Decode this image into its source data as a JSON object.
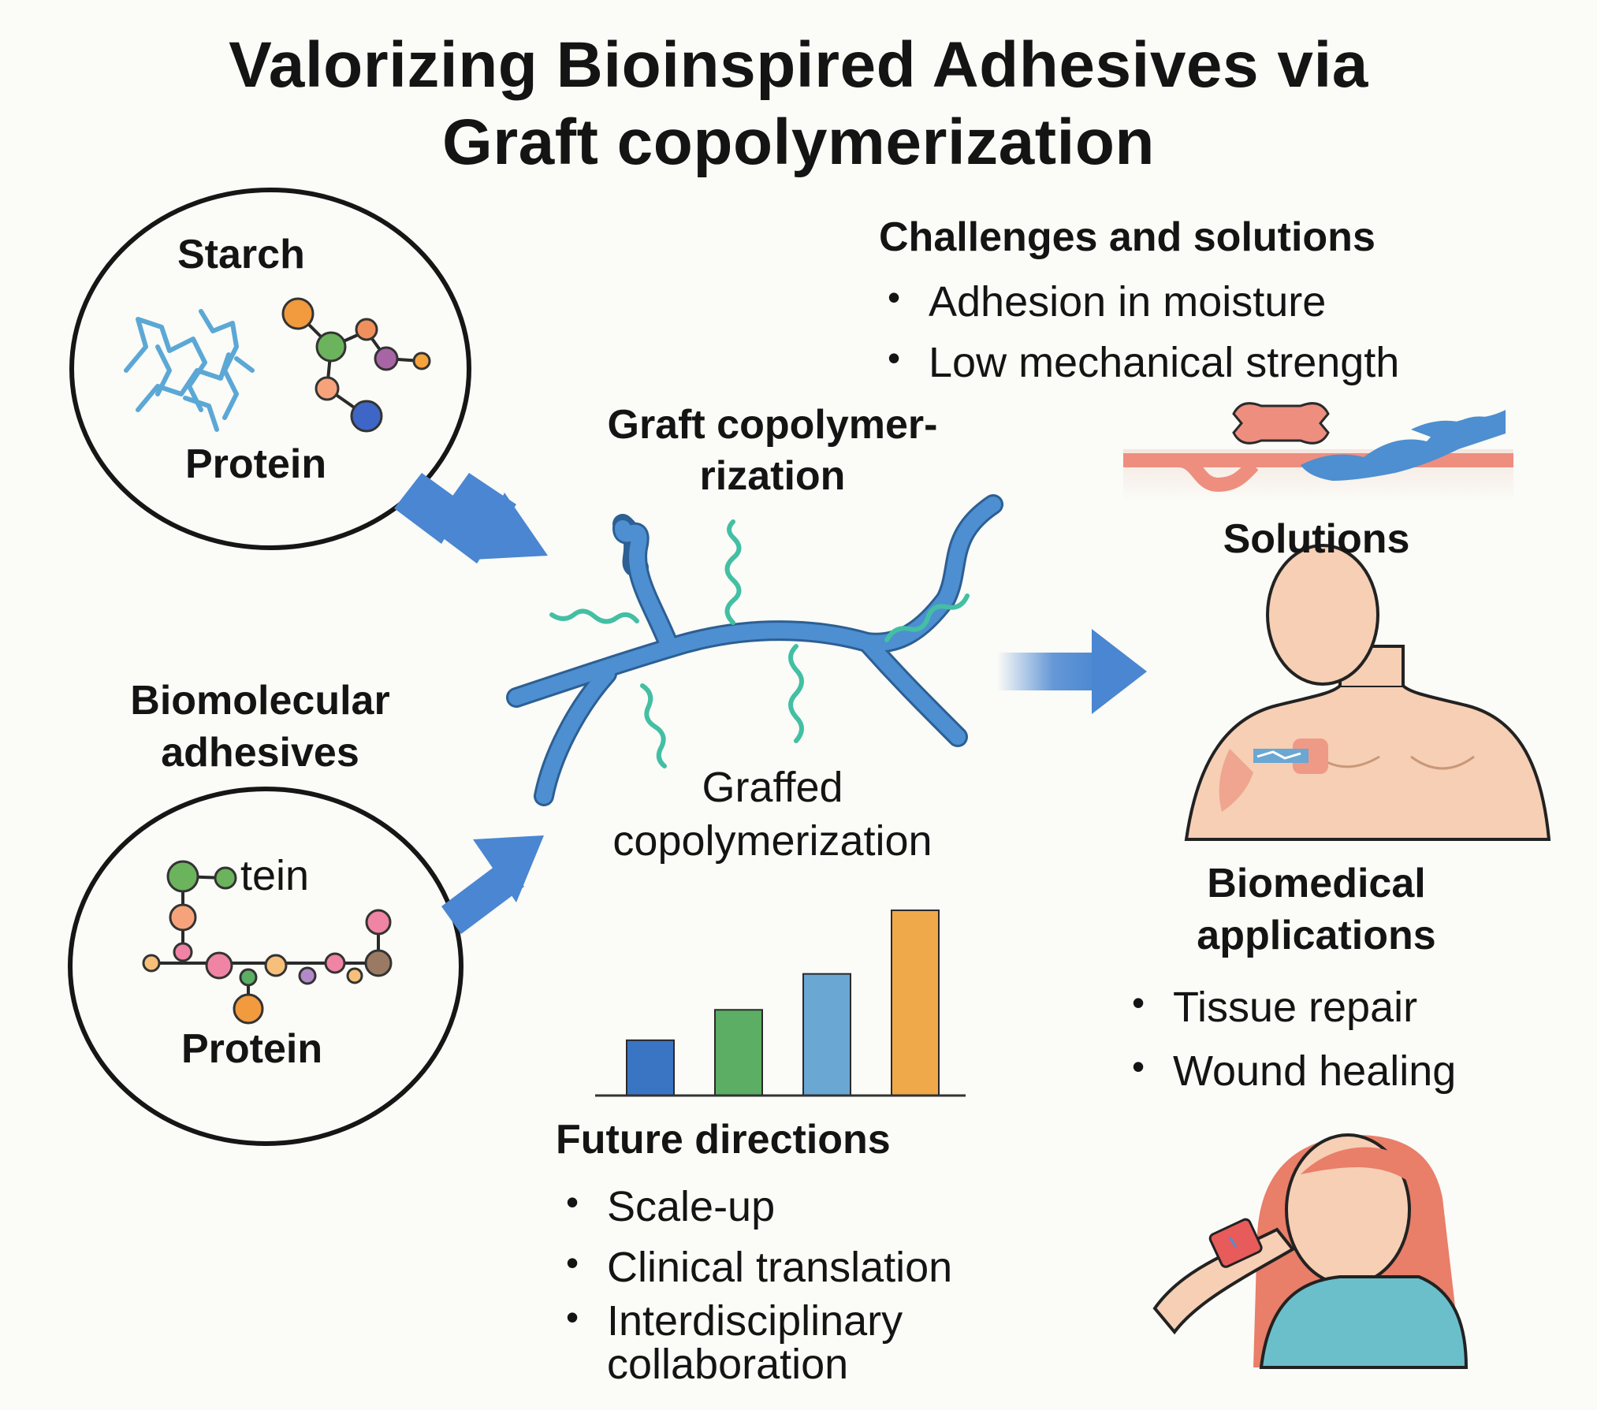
{
  "title": {
    "line1": "Valorizing Bioinspired Adhesives via",
    "line2": "Graft copolymerization"
  },
  "top_circle": {
    "label_top": "Starch",
    "label_bottom": "Protein"
  },
  "biomolecular": {
    "line1": "Biomolecular",
    "line2": "adhesives"
  },
  "bottom_circle": {
    "label_partial": "tein",
    "label_bottom": "Protein"
  },
  "graft": {
    "heading_line1": "Graft copolymer-",
    "heading_line2": "rization",
    "caption_line1": "Graffed",
    "caption_line2": "copolymerization"
  },
  "challenges": {
    "heading": "Challenges and solutions",
    "items": [
      "Adhesion in moisture",
      "Low mechanical strength"
    ]
  },
  "solutions": {
    "label": "Solutions"
  },
  "biomedical": {
    "heading_line1": "Biomedical",
    "heading_line2": "applications",
    "items": [
      "Tissue repair",
      "Wound healing"
    ]
  },
  "future": {
    "heading": "Future directions",
    "items": [
      "Scale-up",
      "Clinical translation",
      "Interdisciplinary",
      "collaboration"
    ]
  },
  "bar_icon": {
    "values": [
      1,
      1.55,
      2.2,
      3.35
    ],
    "colors": [
      "#3a75c4",
      "#5bae63",
      "#6aa7d3",
      "#f0a94a"
    ]
  },
  "colors": {
    "arrow": "#4a86d1",
    "polymer": "#4d8fd0",
    "graft_chain": "#43bfa3",
    "skin": "#f6cfb4",
    "hair": "#e97e69",
    "shirt": "#6bbfca"
  }
}
